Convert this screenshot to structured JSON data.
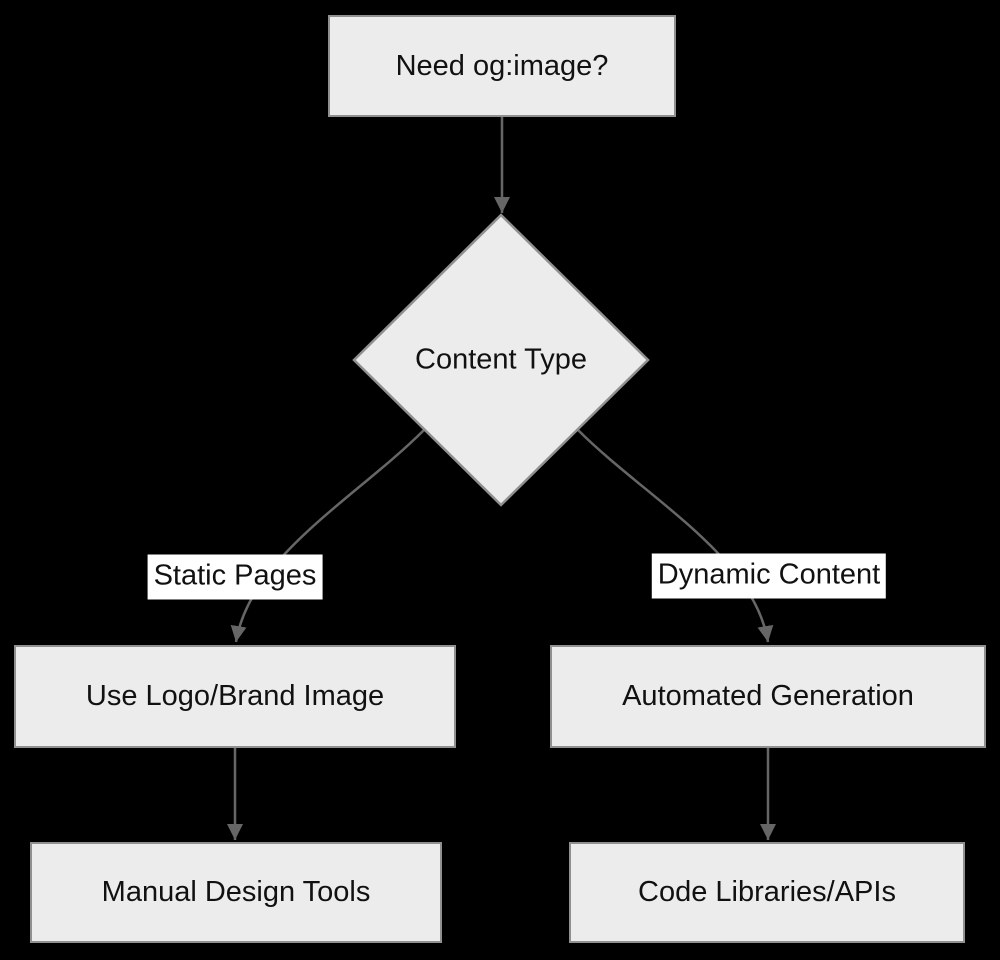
{
  "diagram": {
    "type": "flowchart",
    "direction": "top-down",
    "colors": {
      "background": "#000000",
      "node_fill": "#ececec",
      "node_border": "#909090",
      "edge": "#666666",
      "text": "#111111",
      "label_bg": "#ffffff"
    },
    "nodes": {
      "start": {
        "label": "Need og:image?",
        "shape": "rectangle"
      },
      "decision": {
        "label": "Content Type",
        "shape": "diamond"
      },
      "static_action": {
        "label": "Use Logo/Brand Image",
        "shape": "rectangle"
      },
      "dynamic_action": {
        "label": "Automated Generation",
        "shape": "rectangle"
      },
      "static_tool": {
        "label": "Manual Design Tools",
        "shape": "rectangle"
      },
      "dynamic_tool": {
        "label": "Code Libraries/APIs",
        "shape": "rectangle"
      }
    },
    "edges": [
      {
        "from": "start",
        "to": "decision",
        "label": ""
      },
      {
        "from": "decision",
        "to": "static_action",
        "label": "Static Pages"
      },
      {
        "from": "decision",
        "to": "dynamic_action",
        "label": "Dynamic Content"
      },
      {
        "from": "static_action",
        "to": "static_tool",
        "label": ""
      },
      {
        "from": "dynamic_action",
        "to": "dynamic_tool",
        "label": ""
      }
    ],
    "edge_labels": {
      "left": "Static Pages",
      "right": "Dynamic Content"
    }
  }
}
